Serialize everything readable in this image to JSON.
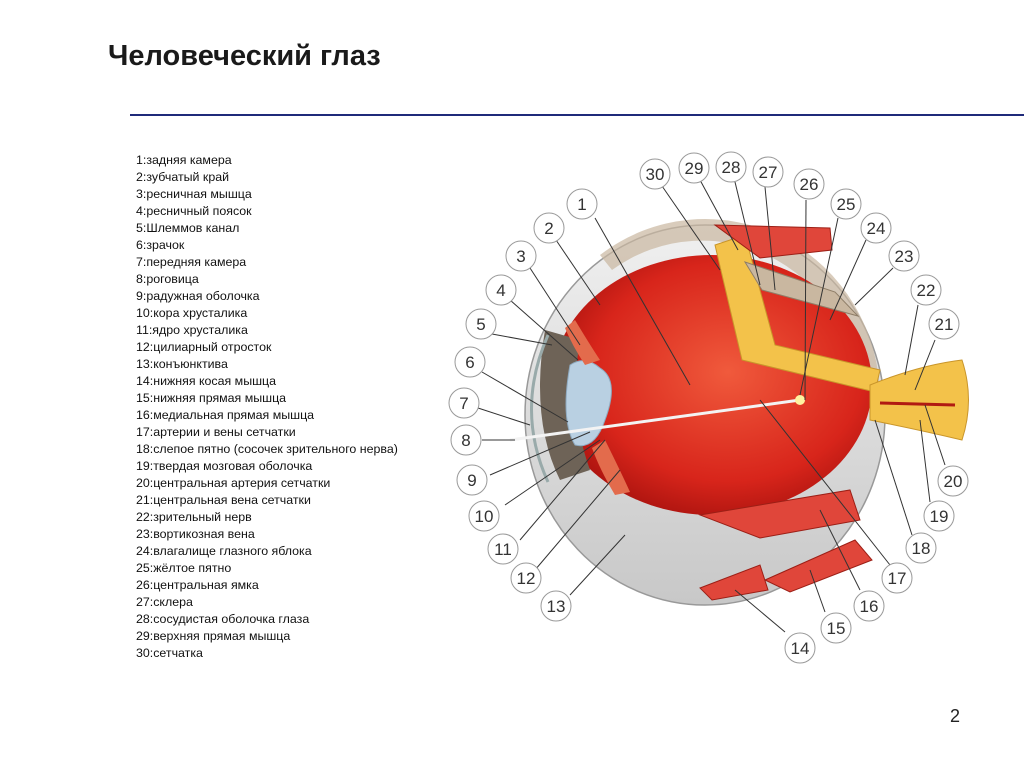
{
  "title": "Человеческий глаз",
  "legend": [
    "1:задняя камера",
    "2:зубчатый край",
    "3:ресничная мышца",
    "4:ресничный поясок",
    "5:Шлеммов канал",
    "6:зрачок",
    "7:передняя камера",
    "8:роговица",
    "9:радужная оболочка",
    "10:кора хрусталика",
    "11:ядро хрусталика",
    "12:цилиарный отросток",
    "13:конъюнктива",
    "14:нижняя косая мышца",
    "15:нижняя прямая мышца",
    "16:медиальная прямая мышца",
    "17:артерии и вены сетчатки",
    "18:слепое пятно (сосочек зрительного нерва)",
    "19:твердая мозговая оболочка",
    "20:центральная артерия сетчатки",
    "21:центральная вена сетчатки",
    "22:зрительный нерв",
    "23:вортикозная вена",
    "24:влагалище глазного яблока",
    "25:жёлтое пятно",
    "26:центральная ямка",
    "27:склера",
    "28:сосудистая оболочка глаза",
    "29:верхняя прямая мышца",
    "30:сетчатка"
  ],
  "callout_numbers": [
    "1",
    "2",
    "3",
    "4",
    "5",
    "6",
    "7",
    "8",
    "9",
    "10",
    "11",
    "12",
    "13",
    "14",
    "15",
    "16",
    "17",
    "18",
    "19",
    "20",
    "21",
    "22",
    "23",
    "24",
    "25",
    "26",
    "27",
    "28",
    "29",
    "30"
  ],
  "page_number": "2",
  "colors": {
    "accent_rule": "#1f2a7a",
    "eye_red": "#d8251b",
    "sclera": "#dcdcdc",
    "nerve": "#f3c24a",
    "muscle": "#e0463a"
  }
}
